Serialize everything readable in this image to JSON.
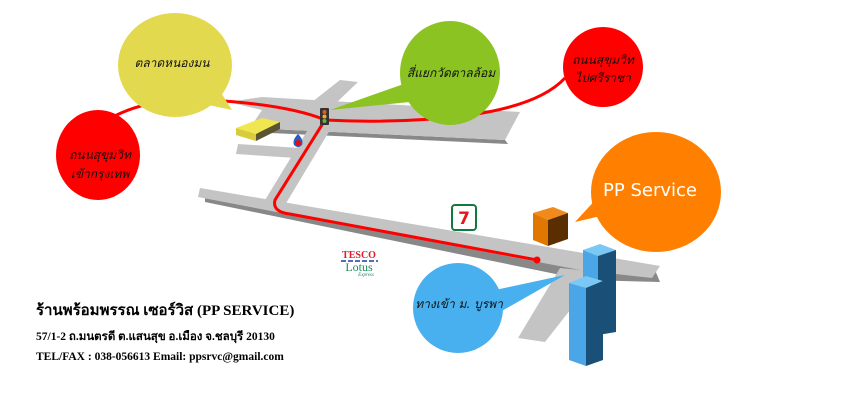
{
  "map": {
    "labels": {
      "nongmon_market": "ตลาดหนองมน",
      "watarnlom_intersection": "สี่แยกวัดตาลล้อม",
      "sukhumvit_sriracha_line1": "ถนนสุขุมวิท",
      "sukhumvit_sriracha_line2": "ไปศรีราชา",
      "sukhumvit_bangkok_line1": "ถนนสุขุมวิท",
      "sukhumvit_bangkok_line2": "เข้ากรุงเทพ",
      "pp_service": "PP Service",
      "burapha_entrance": "ทางเข้า ม. บูรพา"
    },
    "landmarks": {
      "tesco_line1": "TESCO",
      "tesco_line2": "Lotus",
      "tesco_line3": "Express",
      "seven_eleven": "7"
    },
    "colors": {
      "route": "#ff0000",
      "road": "#c4c4c4",
      "yellow_bubble": "#e3d94f",
      "green_bubble": "#8bc322",
      "red_bubble": "#ff0000",
      "orange_bubble": "#ff8000",
      "blue_bubble": "#48b0ee"
    }
  },
  "shop": {
    "name": "ร้านพร้อมพรรณ เซอร์วิส (PP SERVICE)",
    "address": "57/1-2 ถ.มนตรดี ต.แสนสุข อ.เมือง จ.ชลบุรี 20130",
    "contact": "TEL/FAX : 038-056613 Email: ppsrvc@gmail.com"
  }
}
